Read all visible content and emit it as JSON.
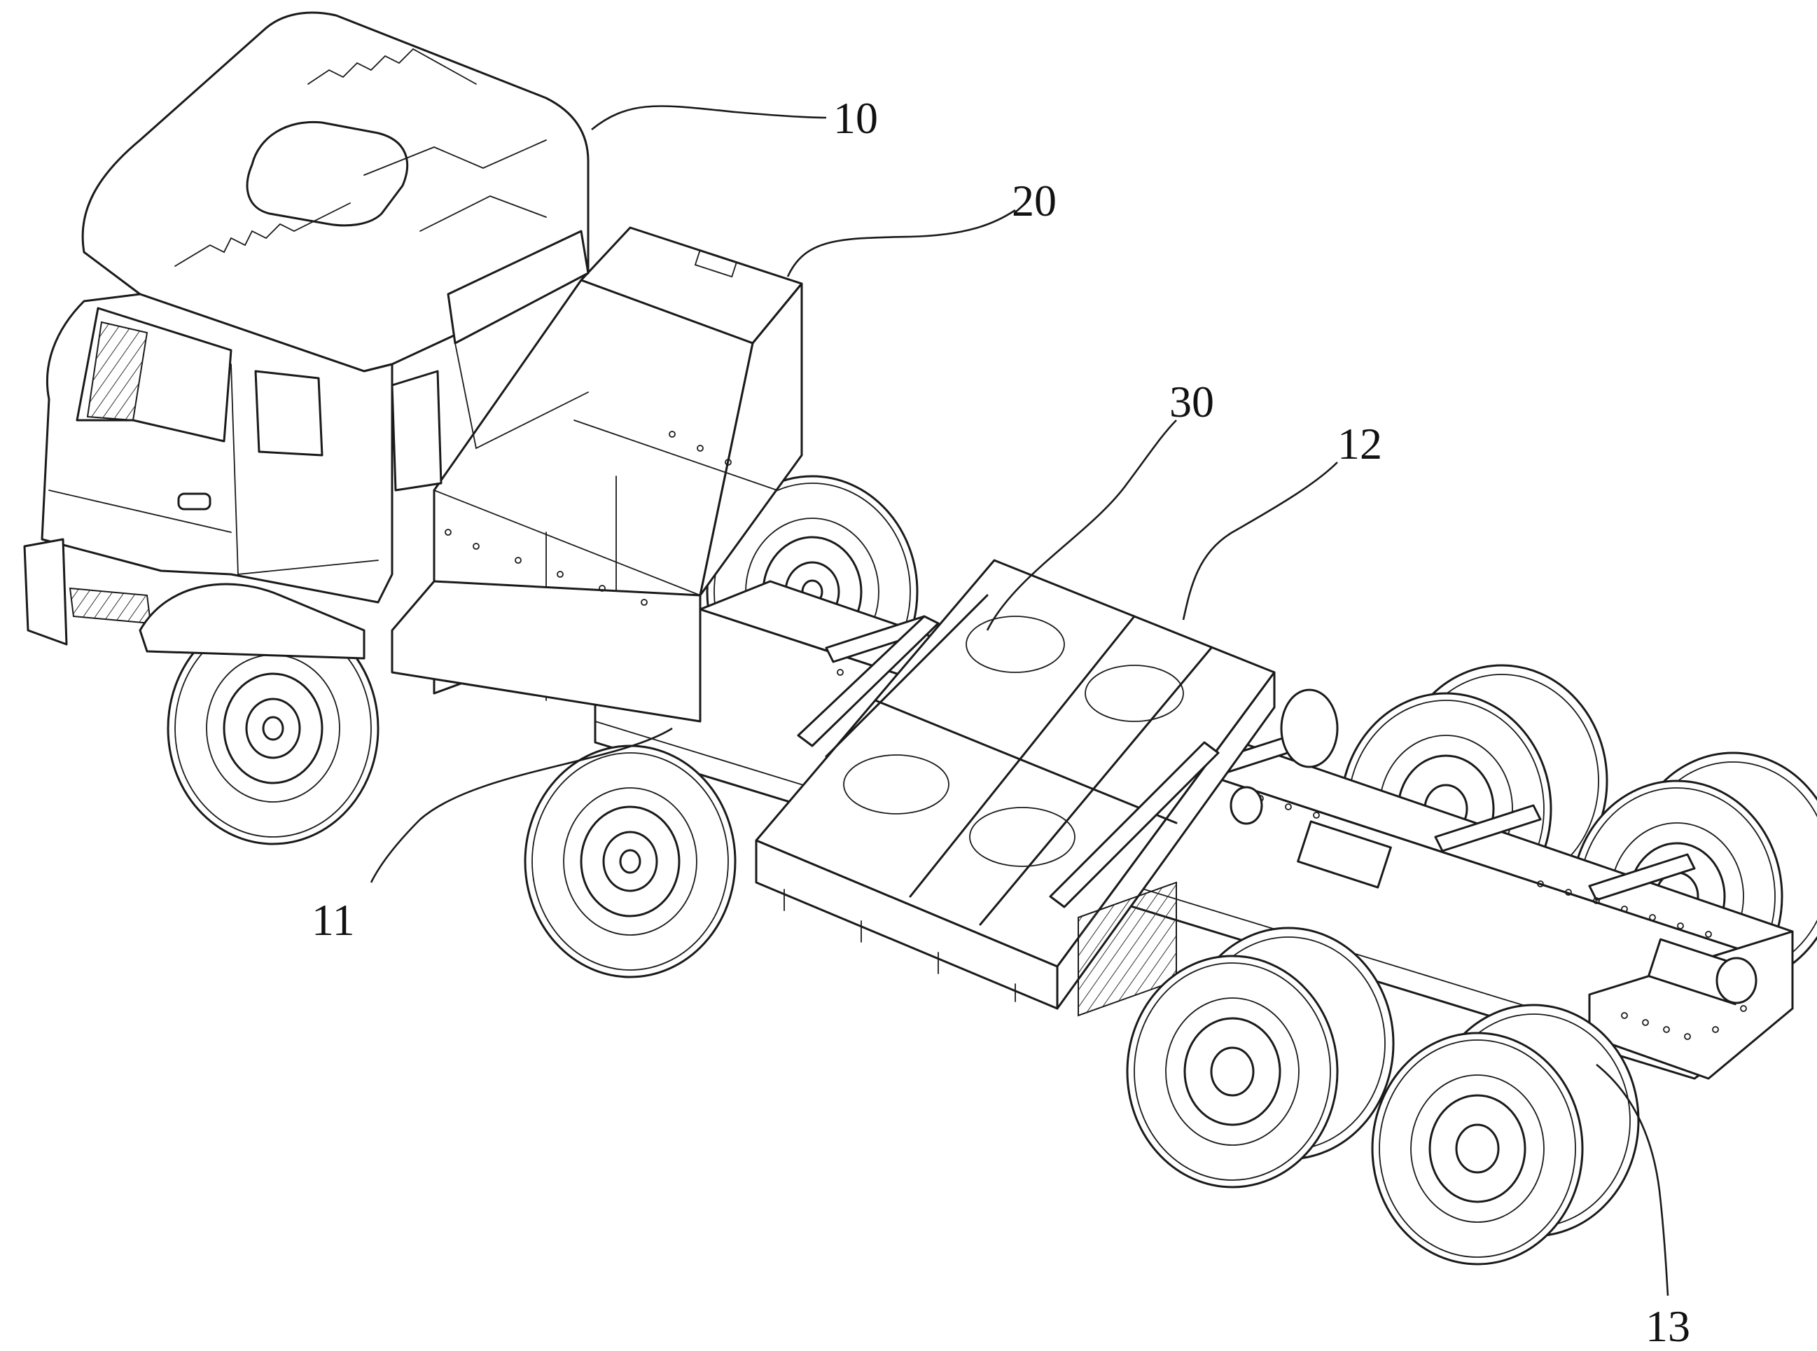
{
  "figure": {
    "reference_numerals": {
      "cab": "10",
      "battery_box": "20",
      "battery_tray": "30",
      "frame_front": "11",
      "frame_middle": "12",
      "frame_rear": "13"
    }
  }
}
